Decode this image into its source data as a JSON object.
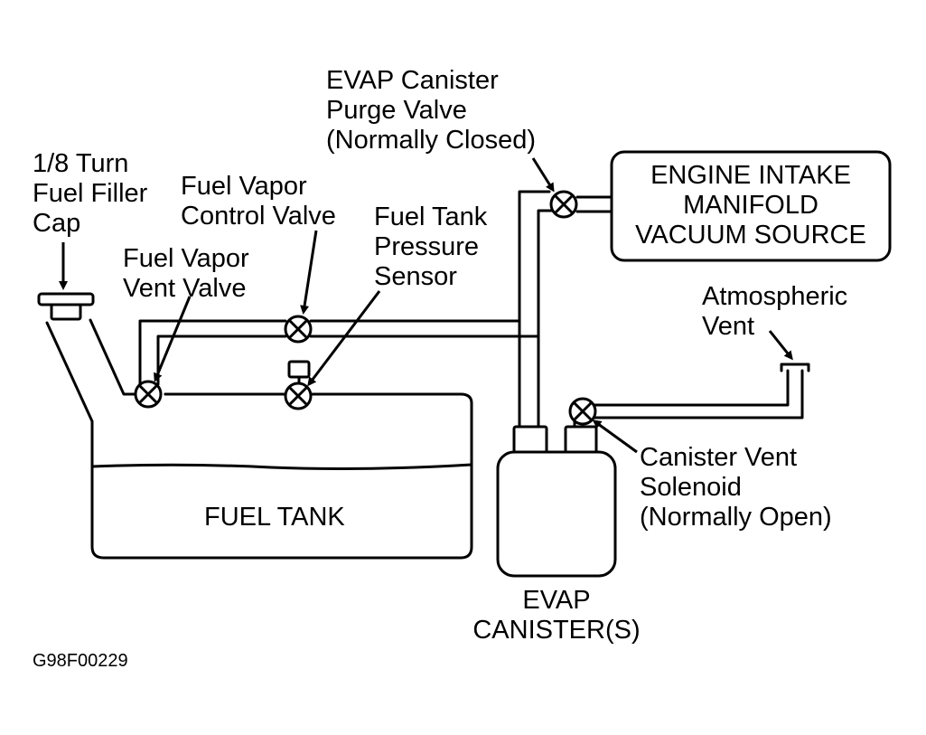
{
  "labels": {
    "filler_cap": [
      "1/8 Turn",
      "Fuel Filler",
      "Cap"
    ],
    "vapor_control_valve": [
      "Fuel Vapor",
      "Control Valve"
    ],
    "vapor_vent_valve": [
      "Fuel Vapor",
      "Vent Valve"
    ],
    "tank_pressure_sensor": [
      "Fuel Tank",
      "Pressure",
      "Sensor"
    ],
    "purge_valve": [
      "EVAP Canister",
      "Purge Valve",
      "(Normally Closed)"
    ],
    "intake_manifold": [
      "ENGINE INTAKE",
      "MANIFOLD",
      "VACUUM SOURCE"
    ],
    "atmospheric_vent": [
      "Atmospheric",
      "Vent"
    ],
    "canister_vent_solenoid": [
      "Canister Vent",
      "Solenoid",
      "(Normally Open)"
    ],
    "fuel_tank": "FUEL TANK",
    "evap_canister": [
      "EVAP",
      "CANISTER(S)"
    ],
    "figure_code": "G98F00229"
  },
  "colors": {
    "ink": "#000000",
    "paper": "#ffffff"
  }
}
